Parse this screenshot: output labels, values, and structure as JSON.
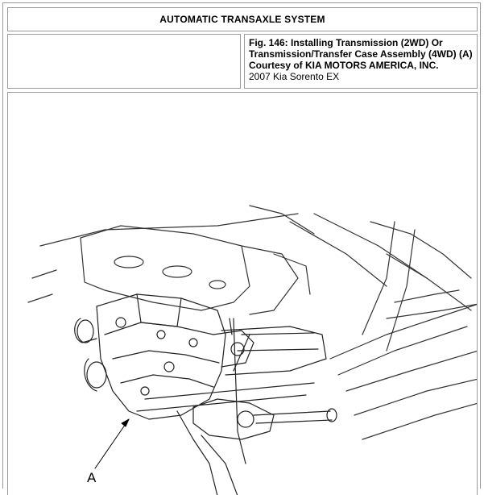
{
  "header": {
    "title": "AUTOMATIC TRANSAXLE SYSTEM"
  },
  "caption": {
    "figure_title": "Fig. 146: Installing Transmission (2WD) Or Transmission/Transfer Case Assembly (4WD) (A)",
    "courtesy": "Courtesy of KIA MOTORS AMERICA, INC.",
    "vehicle": "2007 Kia Sorento EX"
  },
  "figure": {
    "callout_label": "A"
  }
}
